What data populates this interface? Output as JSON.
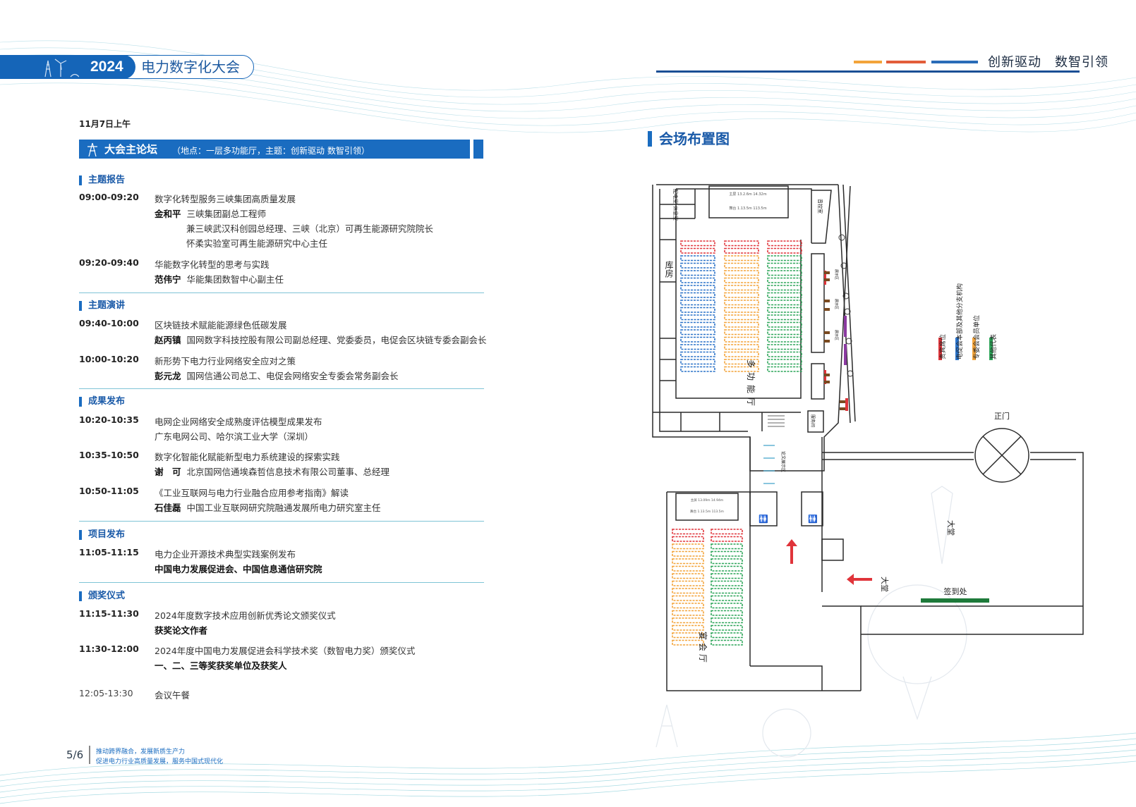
{
  "header": {
    "year": "2024",
    "title": "电力数字化大会",
    "slogan": "创新驱动　数智引领"
  },
  "agenda": {
    "date": "11月7日上午",
    "forum_title": "大会主论坛",
    "forum_subtitle": "（地点：一层多功能厅，主题：创新驱动 数智引领）",
    "sections": {
      "s1": "主题报告",
      "s2": "主题演讲",
      "s3": "成果发布",
      "s4": "项目发布",
      "s5": "颁奖仪式"
    },
    "items": {
      "i1": {
        "time": "09:00-09:20",
        "title": "数字化转型服务三峡集团高质量发展",
        "name": "金和平",
        "role": "三峡集团副总工程师",
        "role2": "兼三峡武汉科创园总经理、三峡（北京）可再生能源研究院院长",
        "role3": "怀柔实验室可再生能源研究中心主任"
      },
      "i2": {
        "time": "09:20-09:40",
        "title": "华能数字化转型的思考与实践",
        "name": "范伟宁",
        "role": "华能集团数智中心副主任"
      },
      "i3": {
        "time": "09:40-10:00",
        "title": "区块链技术赋能能源绿色低碳发展",
        "name": "赵丙镇",
        "role": "国网数字科技控股有限公司副总经理、党委委员，电促会区块链专委会副会长"
      },
      "i4": {
        "time": "10:00-10:20",
        "title": "新形势下电力行业网络安全应对之策",
        "name": "彭元龙",
        "role": "国网信通公司总工、电促会网络安全专委会常务副会长"
      },
      "i5": {
        "time": "10:20-10:35",
        "title": "电网企业网络安全成熟度评估模型成果发布",
        "role": "广东电网公司、哈尔滨工业大学（深圳）"
      },
      "i6": {
        "time": "10:35-10:50",
        "title": "数字化智能化赋能新型电力系统建设的探索实践",
        "name": "谢　可",
        "role": "北京国网信通埃森哲信息技术有限公司董事、总经理"
      },
      "i7": {
        "time": "10:50-11:05",
        "title": "《工业互联网与电力行业融合应用参考指南》解读",
        "name": "石佳磊",
        "role": "中国工业互联网研究院融通发展所电力研究室主任"
      },
      "i8": {
        "time": "11:05-11:15",
        "title": "电力企业开源技术典型实践案例发布",
        "role": "中国电力发展促进会、中国信息通信研究院"
      },
      "i9": {
        "time": "11:15-11:30",
        "title": "2024年度数字技术应用创新优秀论文颁奖仪式",
        "role": "获奖论文作者"
      },
      "i10": {
        "time": "11:30-12:00",
        "title": "2024年度中国电力发展促进会科学技术奖（数智电力奖）颁奖仪式",
        "role": "一、二、三等奖获奖单位及获奖人"
      },
      "i11": {
        "time": "12:05-13:30",
        "title": "会议午餐"
      }
    }
  },
  "venue": {
    "title": "会场布置图",
    "labels": {
      "storeroom": "库房",
      "hall1": "多功能厅",
      "hall2": "宴会厅",
      "gate": "正门",
      "lobby": "大堂",
      "lobby2": "大堂",
      "signin": "签到处",
      "control": "音控室",
      "service": "服务间",
      "exhibit": "论文展示区",
      "rest": "休息室",
      "elec": "配电室",
      "stage1a": "主屏 13.2.6m 14.32m",
      "stage1b": "舞台 1.13.5m 113.5m",
      "stage2a": "主屏 13.09m 14.94m",
      "stage2b": "舞台 1.13.5m 113.5m",
      "booth1": "展示区",
      "booth2": "展示区",
      "booth3": "展示区"
    },
    "legend": [
      {
        "label": "贵宾席位",
        "color": "#e0343a"
      },
      {
        "label": "电促会本部及其他分支机构",
        "color": "#2a72c8"
      },
      {
        "label": "专委会会员单位",
        "color": "#f3a43a"
      },
      {
        "label": "其他代表",
        "color": "#2ea65a"
      }
    ]
  },
  "footer": {
    "page": "5/6",
    "line1": "推动跨界融合，发展新质生产力",
    "line2": "促进电力行业高质量发展，服务中国式现代化"
  }
}
